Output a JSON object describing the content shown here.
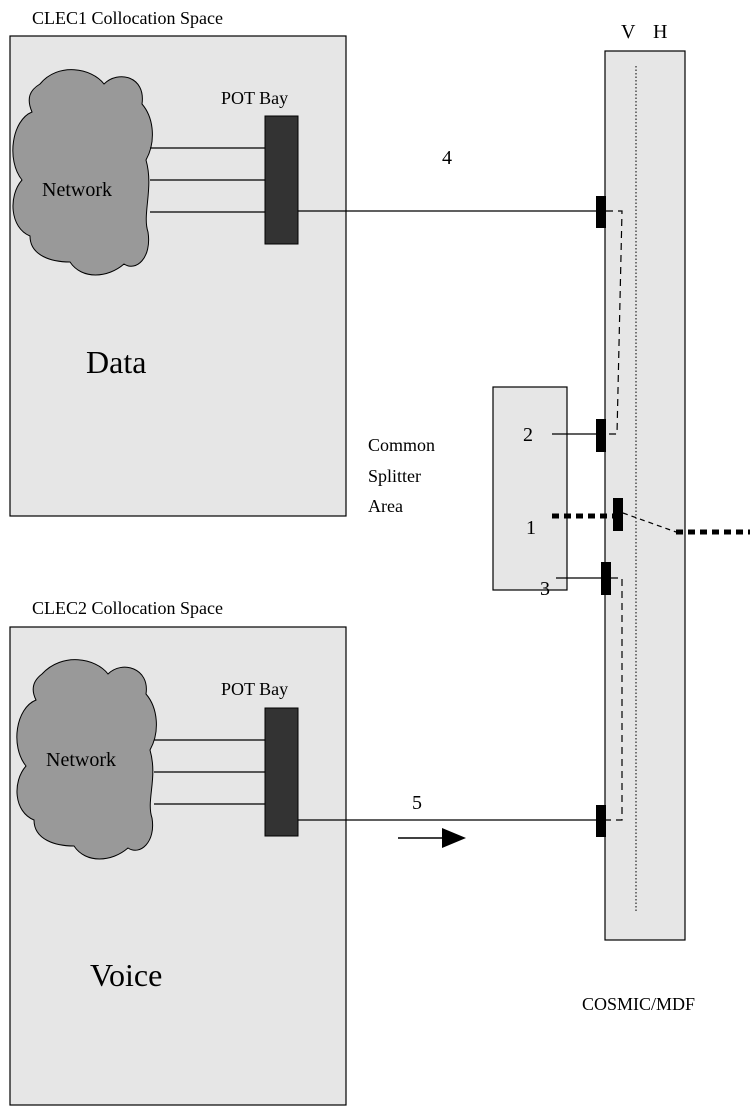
{
  "clec1": {
    "title": "CLEC1 Collocation Space",
    "pot_bay": "POT Bay",
    "network": "Network",
    "service": "Data"
  },
  "clec2": {
    "title": "CLEC2 Collocation Space",
    "pot_bay": "POT Bay",
    "network": "Network",
    "service": "Voice"
  },
  "splitter": {
    "label_line1": "Common",
    "label_line2": "Splitter",
    "label_line3": "Area"
  },
  "mdf": {
    "v_label": "V",
    "h_label": "H",
    "caption": "COSMIC/MDF"
  },
  "connections": {
    "c1": "1",
    "c2": "2",
    "c3": "3",
    "c4": "4",
    "c5": "5"
  },
  "colors": {
    "box_fill": "#e6e6e6",
    "network_fill": "#999999",
    "bay_fill": "#333333",
    "line": "#000000"
  }
}
